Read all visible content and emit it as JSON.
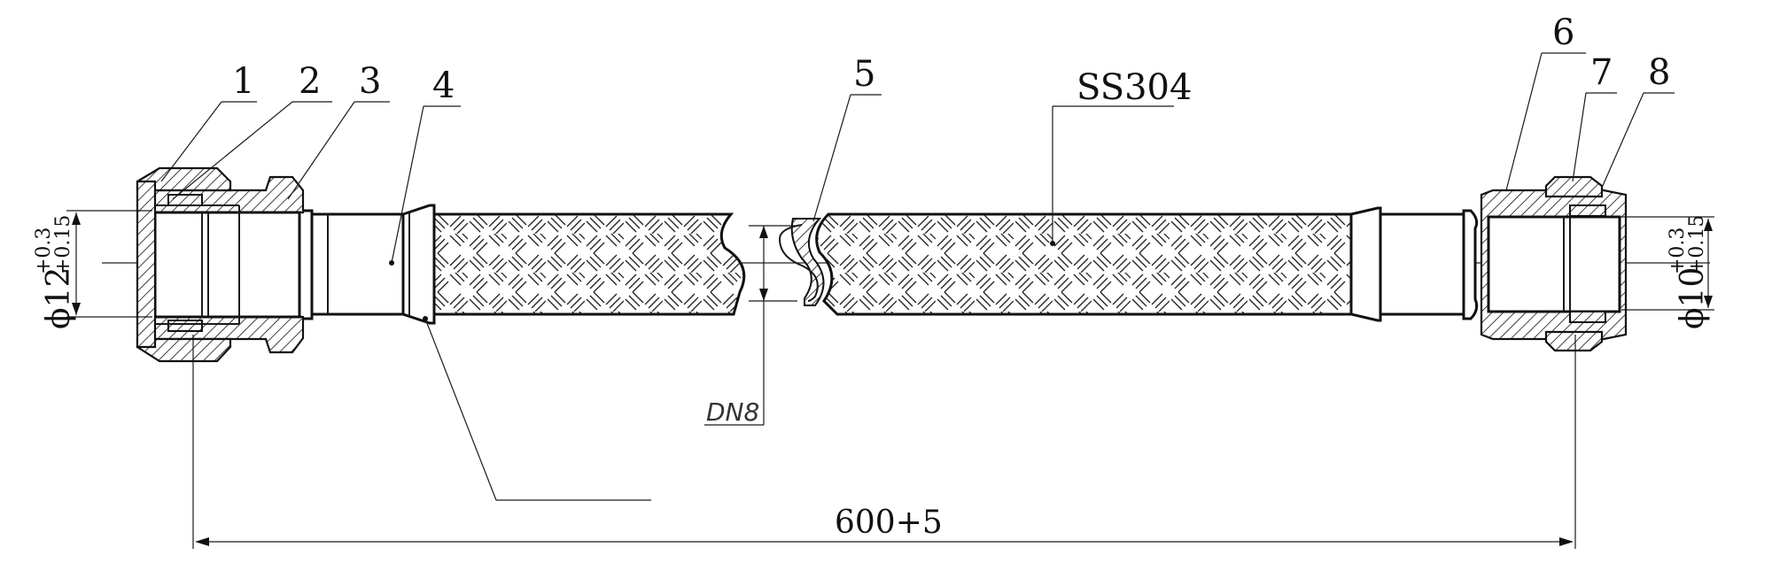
{
  "drawing": {
    "part_numbers": [
      "1",
      "2",
      "3",
      "4",
      "5",
      "6",
      "7",
      "8"
    ],
    "material_label": "SS304",
    "nominal_size_label": "DN8",
    "overall_length_label": "600+5",
    "left_bore": {
      "symbol": "ϕ",
      "nominal": "12",
      "tol_upper": "+0.3",
      "tol_lower": "+0.15"
    },
    "right_bore": {
      "symbol": "ϕ",
      "nominal": "10",
      "tol_upper": "+0.3",
      "tol_lower": "+0.15"
    }
  }
}
